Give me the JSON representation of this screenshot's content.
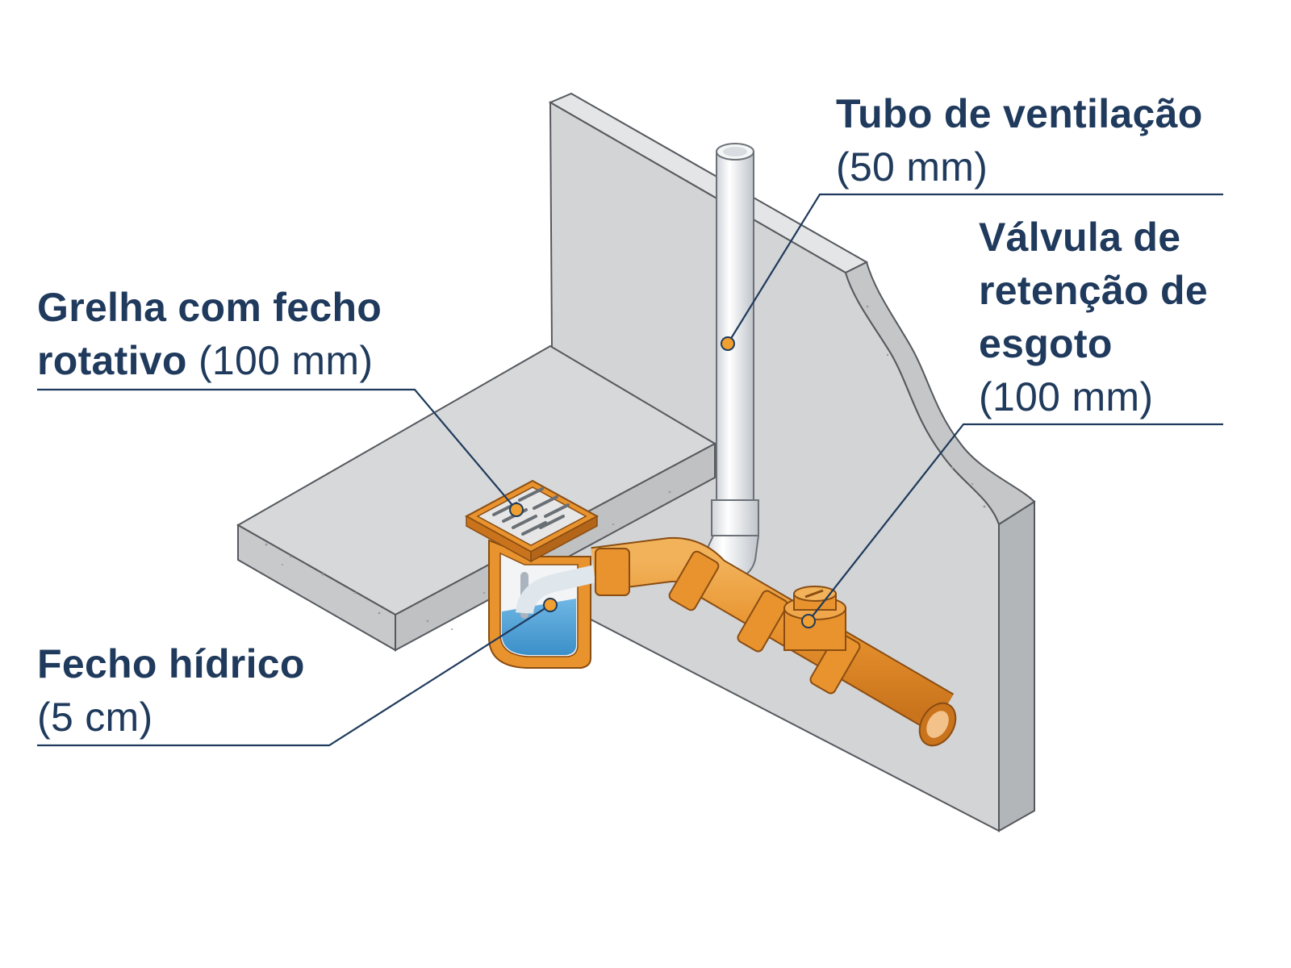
{
  "callouts": {
    "grelha": {
      "title_line1": "Grelha com fecho",
      "title_line2": "rotativo",
      "spec": "(100 mm)"
    },
    "tubo": {
      "title": "Tubo de ventilação",
      "spec": "(50 mm)"
    },
    "valvula": {
      "title_line1": "Válvula de",
      "title_line2": "retenção de",
      "title_line3": "esgoto",
      "spec": "(100 mm)"
    },
    "fecho": {
      "title": "Fecho hídrico",
      "spec": "(5 cm)"
    }
  },
  "colors": {
    "label_text": "#1f3a5c",
    "leader_line": "#1f3a5c",
    "marker_dot": "#f0a030",
    "pipe_orange": "#e8932e",
    "concrete": "#d6d7d8",
    "water": "#4a9fd6"
  }
}
